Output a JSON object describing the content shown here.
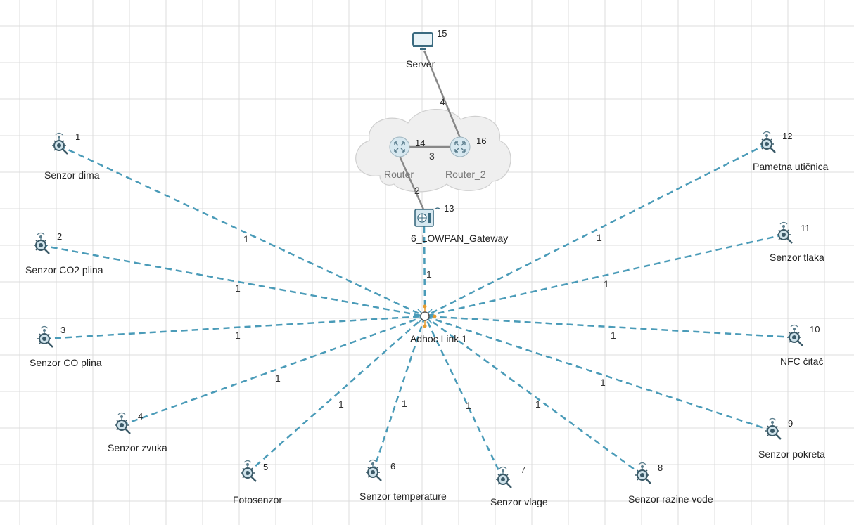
{
  "diagram": {
    "hub": {
      "label": "Adhoc Link 1"
    },
    "gateway": {
      "id": "13",
      "label": "6_LOWPAN_Gateway"
    },
    "server": {
      "id": "15",
      "label": "Server"
    },
    "router1": {
      "id": "14",
      "label": "Router"
    },
    "router2": {
      "id": "16",
      "label": "Router_2"
    },
    "links": {
      "server_router2": "4",
      "router_router2": "3",
      "router_gateway": "2",
      "gateway_hub": "1"
    },
    "sensors": [
      {
        "id": "1",
        "label": "Senzor dima",
        "link": "1"
      },
      {
        "id": "2",
        "label": "Senzor CO2 plina",
        "link": "1"
      },
      {
        "id": "3",
        "label": "Senzor CO plina",
        "link": "1"
      },
      {
        "id": "4",
        "label": "Senzor zvuka",
        "link": "1"
      },
      {
        "id": "5",
        "label": "Fotosenzor",
        "link": "1"
      },
      {
        "id": "6",
        "label": "Senzor temperature",
        "link": "1"
      },
      {
        "id": "7",
        "label": "Senzor vlage",
        "link": "1"
      },
      {
        "id": "8",
        "label": "Senzor razine vode",
        "link": "1"
      },
      {
        "id": "9",
        "label": "Senzor pokreta",
        "link": "1"
      },
      {
        "id": "10",
        "label": "NFC čitač",
        "link": "1"
      },
      {
        "id": "11",
        "label": "Senzor tlaka",
        "link": "1"
      },
      {
        "id": "12",
        "label": "Pametna utičnica",
        "link": "1"
      }
    ],
    "colors": {
      "wireless_link": "#4a9bb8",
      "wired_link": "#888888",
      "cloud_fill": "#efefef",
      "router_fill": "#d7e8f0",
      "grid": "#dcdcdc"
    }
  }
}
